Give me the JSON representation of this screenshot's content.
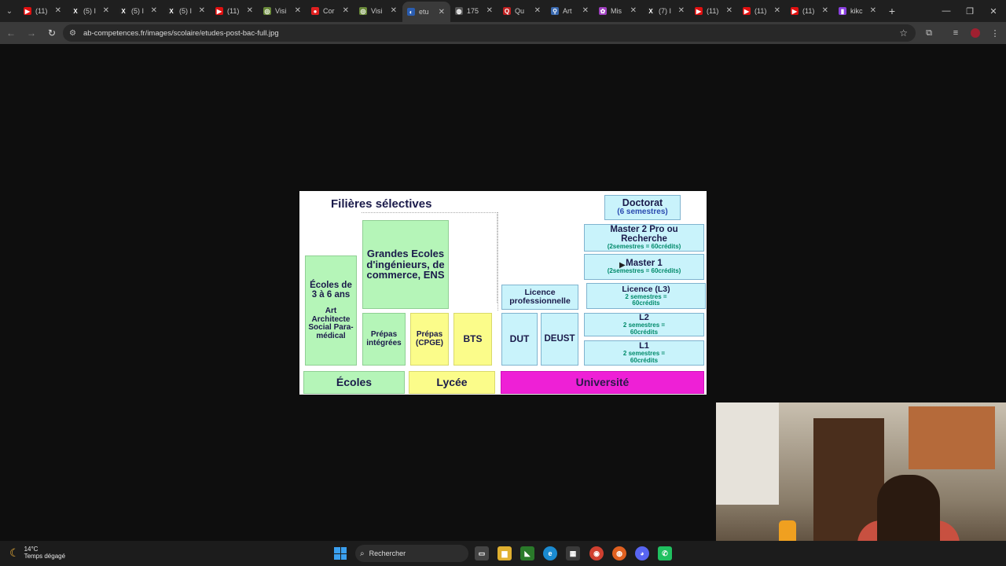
{
  "browser": {
    "tabs": [
      {
        "label": "(11)",
        "fav_color": "#e01010",
        "fav_glyph": "▶"
      },
      {
        "label": "(5) I",
        "fav_color": "#222222",
        "fav_glyph": "X"
      },
      {
        "label": "(5) I",
        "fav_color": "#222222",
        "fav_glyph": "X"
      },
      {
        "label": "(5) I",
        "fav_color": "#222222",
        "fav_glyph": "X"
      },
      {
        "label": "(11)",
        "fav_color": "#e01010",
        "fav_glyph": "▶"
      },
      {
        "label": "Visi",
        "fav_color": "#6a8a3a",
        "fav_glyph": "◎"
      },
      {
        "label": "Cor",
        "fav_color": "#e02020",
        "fav_glyph": "●"
      },
      {
        "label": "Visi",
        "fav_color": "#6a8a3a",
        "fav_glyph": "◎"
      },
      {
        "label": "etu",
        "fav_color": "#2a5db0",
        "fav_glyph": "◐",
        "active": true
      },
      {
        "label": "175",
        "fav_color": "#555555",
        "fav_glyph": "◍"
      },
      {
        "label": "Qu",
        "fav_color": "#c02020",
        "fav_glyph": "Q"
      },
      {
        "label": "Art",
        "fav_color": "#3a6ab0",
        "fav_glyph": "⚲"
      },
      {
        "label": "Mis",
        "fav_color": "#a040c0",
        "fav_glyph": "✿"
      },
      {
        "label": "(7) I",
        "fav_color": "#222222",
        "fav_glyph": "X"
      },
      {
        "label": "(11)",
        "fav_color": "#e01010",
        "fav_glyph": "▶"
      },
      {
        "label": "(11)",
        "fav_color": "#e01010",
        "fav_glyph": "▶"
      },
      {
        "label": "(11)",
        "fav_color": "#e01010",
        "fav_glyph": "▶"
      },
      {
        "label": "kikc",
        "fav_color": "#8a40e0",
        "fav_glyph": "▮"
      }
    ],
    "url": "ab-competences.fr/images/scolaire/etudes-post-bac-full.jpg"
  },
  "diagram": {
    "title": "Filières sélectives",
    "ecoles_years": "Écoles de 3 à 6 ans",
    "ecoles_fields": "Art Architecte Social Para- médical",
    "grandes_ecoles": "Grandes Ecoles d'ingénieurs, de commerce, ENS",
    "prepas_integrees": "Prépas intégrées",
    "prepas_cpge": "Prépas (CPGE)",
    "bts": "BTS",
    "dut": "DUT",
    "deust": "DEUST",
    "licence_pro": "Licence professionnelle",
    "doctorat": "Doctorat",
    "doctorat_sub": "(6 semestres)",
    "master2": "Master 2 Pro ou Recherche",
    "master2_sub": "(2semestres = 60crédits)",
    "master1": "Master 1",
    "master1_sub": "(2semestres = 60crédits)",
    "l3": "Licence (L3)",
    "l3_sub": "2 semestres = 60crédits",
    "l2": "L2",
    "l2_sub": "2 semestres = 60crédits",
    "l1": "L1",
    "l1_sub": "2 semestres = 60crédits",
    "base_ecoles": "Écoles",
    "base_lycee": "Lycée",
    "base_universite": "Université"
  },
  "taskbar": {
    "temperature": "14°C",
    "weather": "Temps dégagé",
    "search_placeholder": "Rechercher"
  }
}
